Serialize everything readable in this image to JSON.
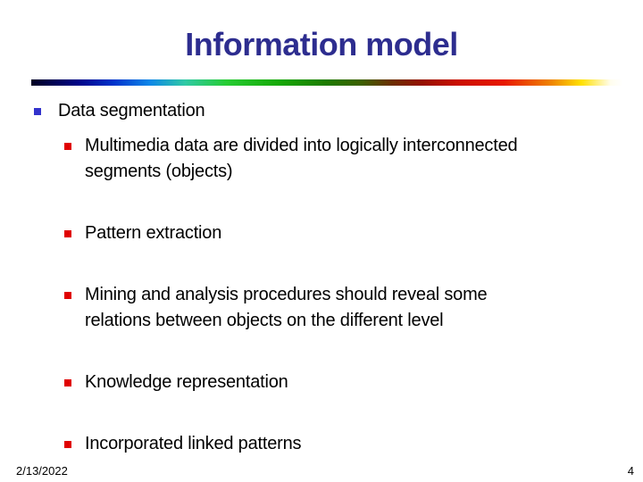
{
  "slide": {
    "title": "Information model",
    "bullets": [
      {
        "level": 1,
        "text": "Data segmentation"
      },
      {
        "level": 2,
        "text": "Multimedia data are divided into logically interconnected\nsegments (objects)"
      },
      {
        "level": 2,
        "text": "Pattern extraction"
      },
      {
        "level": 2,
        "text": "Mining and analysis procedures should reveal some\nrelations between objects on the different level"
      },
      {
        "level": 2,
        "text": "Knowledge representation"
      },
      {
        "level": 2,
        "text": "Incorporated linked patterns"
      }
    ],
    "footer": {
      "date": "2/13/2022",
      "page_number": "4"
    },
    "colors": {
      "title_color": "#2d2d8f",
      "text_color": "#000000",
      "bullet_level1": "#3333cc",
      "bullet_level2": "#e00000",
      "background": "#ffffff"
    }
  }
}
